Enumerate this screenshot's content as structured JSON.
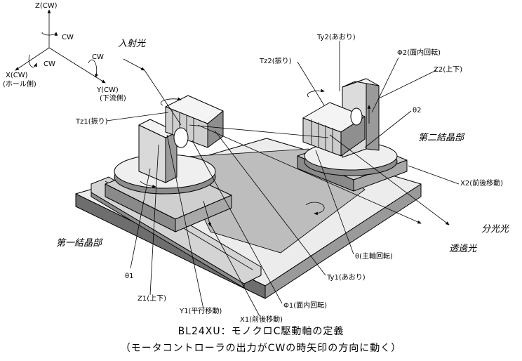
{
  "axes": {
    "z_label": "Z(CW)",
    "cw_z": "CW",
    "cw_x": "CW",
    "cw_y": "CW",
    "x_label": "X(CW)",
    "x_sub": "(ホール側)",
    "y_label": "Y(CW)",
    "y_sub": "(下流側)"
  },
  "beams": {
    "incident": "入射光",
    "branch": "分光光",
    "transmitted": "透過光"
  },
  "crystals": {
    "first": "第一結晶部",
    "second": "第二結晶部"
  },
  "axis_labels": {
    "tz1": "Tz1(振り)",
    "tz2": "Tz2(振り)",
    "ty2": "Ty2(あおり)",
    "phi2": "Φ2(面内回転)",
    "z2": "Z2(上下)",
    "theta2": "θ2",
    "x2": "X2(前後移動)",
    "theta_main": "θ(主軸回転)",
    "ty1": "Ty1(あおり)",
    "phi1": "Φ1(面内回転)",
    "x1": "X1(前後移動)",
    "y1": "Y1(平行移動)",
    "z1": "Z1(上下)",
    "theta1": "θ1"
  },
  "caption": {
    "line1": "BL24XU：モノクロC駆動軸の定義",
    "line2": "（モータコントローラの出力がCWの時矢印の方向に動く）"
  },
  "colors": {
    "base_top": "#ececec",
    "base_side": "#9a9a9a",
    "base_front": "#6e6e6e",
    "plate": "#c9c9c9",
    "block": "#d9d9d9",
    "dark": "#7a7a7a"
  }
}
